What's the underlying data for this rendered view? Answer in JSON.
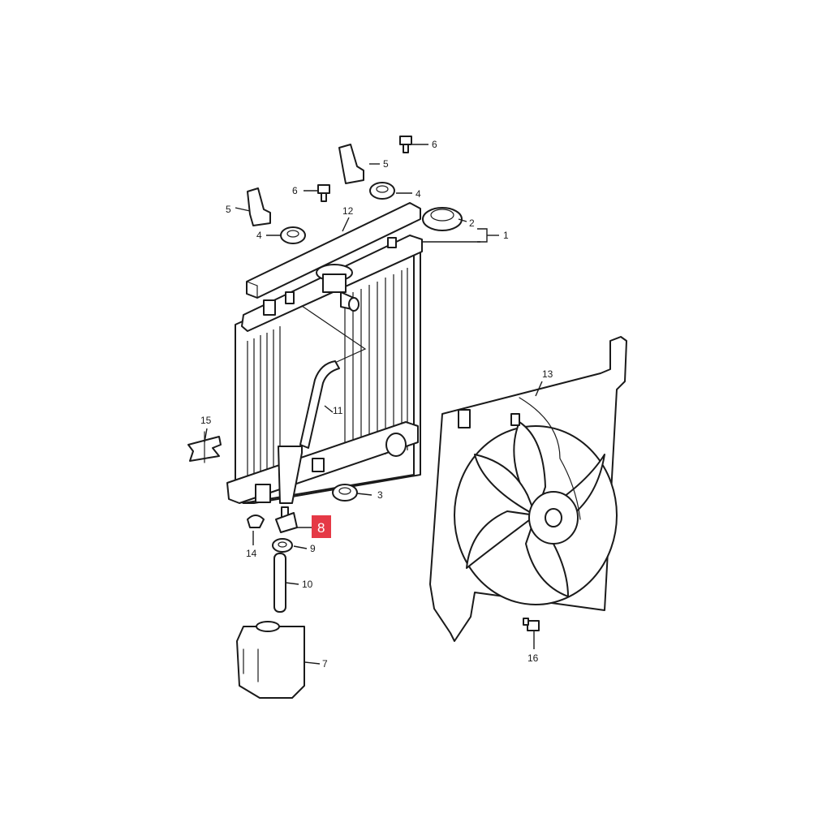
{
  "diagram": {
    "callouts": [
      "1",
      "2",
      "3",
      "4",
      "4",
      "5",
      "5",
      "6",
      "6",
      "7",
      "9",
      "10",
      "11",
      "12",
      "13",
      "14",
      "15",
      "16"
    ],
    "highlighted_callout": {
      "label": "8",
      "color": "#e53946"
    },
    "colors": {
      "line": "#1a1a1a",
      "background": "#ffffff"
    }
  }
}
